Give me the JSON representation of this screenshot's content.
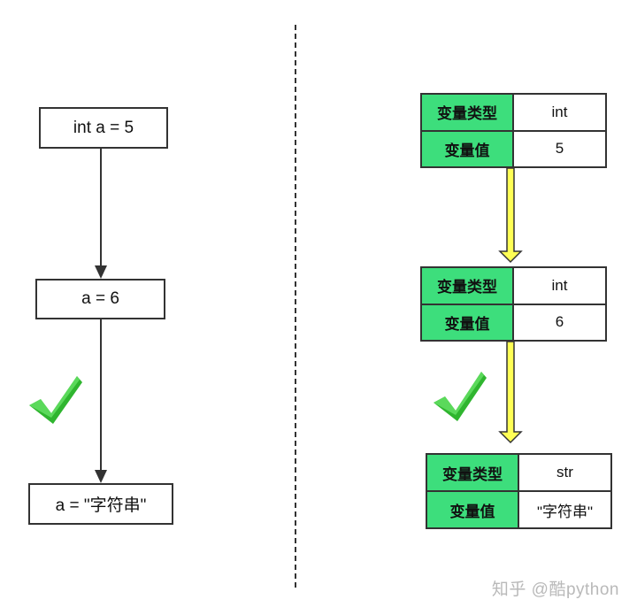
{
  "left_flow": {
    "nodes": [
      "int a = 5",
      "a = 6",
      "a = \"字符串\""
    ]
  },
  "right_flow": {
    "tables": [
      {
        "type_label": "变量类型",
        "type_value": "int",
        "value_label": "变量值",
        "value_value": "5"
      },
      {
        "type_label": "变量类型",
        "type_value": "int",
        "value_label": "变量值",
        "value_value": "6"
      },
      {
        "type_label": "变量类型",
        "type_value": "str",
        "value_label": "变量值",
        "value_value": "\"字符串\""
      }
    ]
  },
  "colors": {
    "key_cell": "#3dde7c",
    "yellow_arrow": "#ffff55",
    "checkmark": "#2fb52f"
  },
  "icons": [
    "checkmark-icon",
    "checkmark-icon"
  ],
  "watermark": "知乎 @酷python"
}
